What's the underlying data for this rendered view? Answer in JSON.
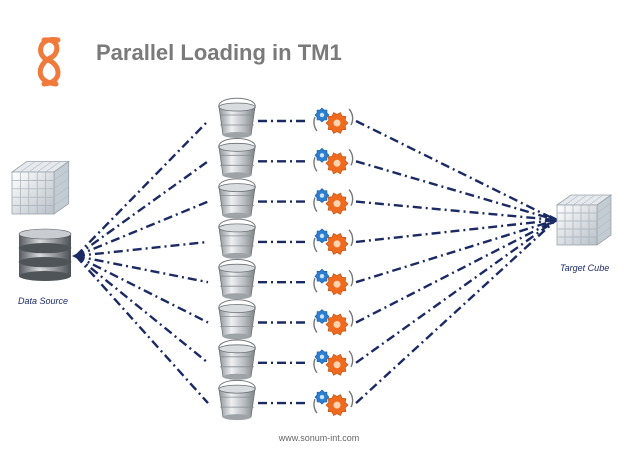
{
  "title": "Parallel Loading in TM1",
  "source_label": "Data Source",
  "target_label": "Target Cube",
  "footer": "www.sonum-int.com",
  "colors": {
    "line": "#1b2a63",
    "logo": "#f07a3c",
    "gear_orange": "#f06a1e",
    "gear_blue": "#2a7fd0",
    "title": "#7a7a7a"
  },
  "icons": {
    "logo": "sonum-logo-icon",
    "source_cube": "data-cube-icon",
    "database": "database-icon",
    "target_cube": "target-cube-icon",
    "bucket": "bucket-icon",
    "process": "gears-icon"
  },
  "process_count": 8
}
